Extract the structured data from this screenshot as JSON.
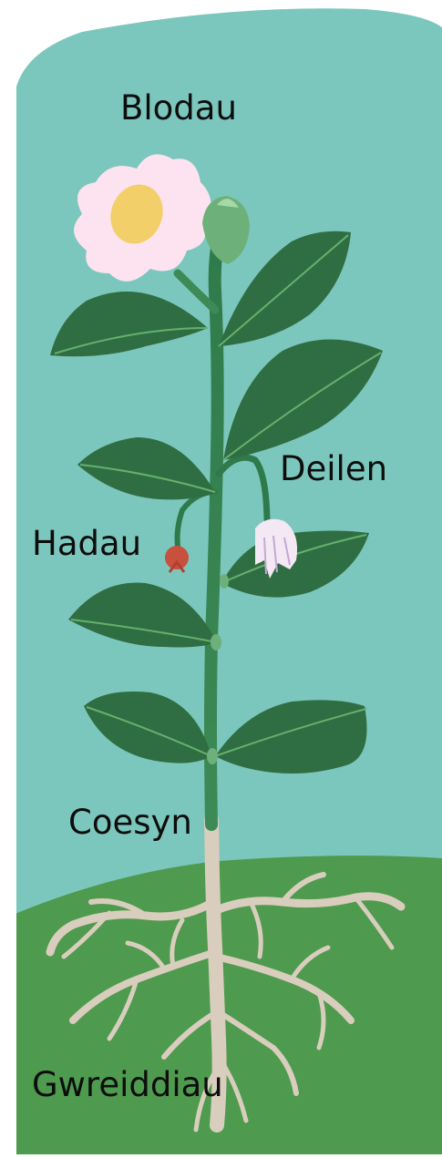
{
  "diagram": {
    "labels": {
      "flower": "Blodau",
      "leaf": "Deilen",
      "seeds": "Hadau",
      "stem": "Coesyn",
      "roots": "Gwreiddiau"
    },
    "colors": {
      "sky": "#7cc7bd",
      "ground": "#4e9a4e",
      "stem": "#2f7a4a",
      "leaf": "#2f6e42",
      "leaf_vein": "#66b06e",
      "petal": "#fde3ef",
      "flower_center": "#f3cf6a",
      "bud": "#6db07a",
      "berry": "#c8503f",
      "roots": "#d9cdbd"
    }
  }
}
